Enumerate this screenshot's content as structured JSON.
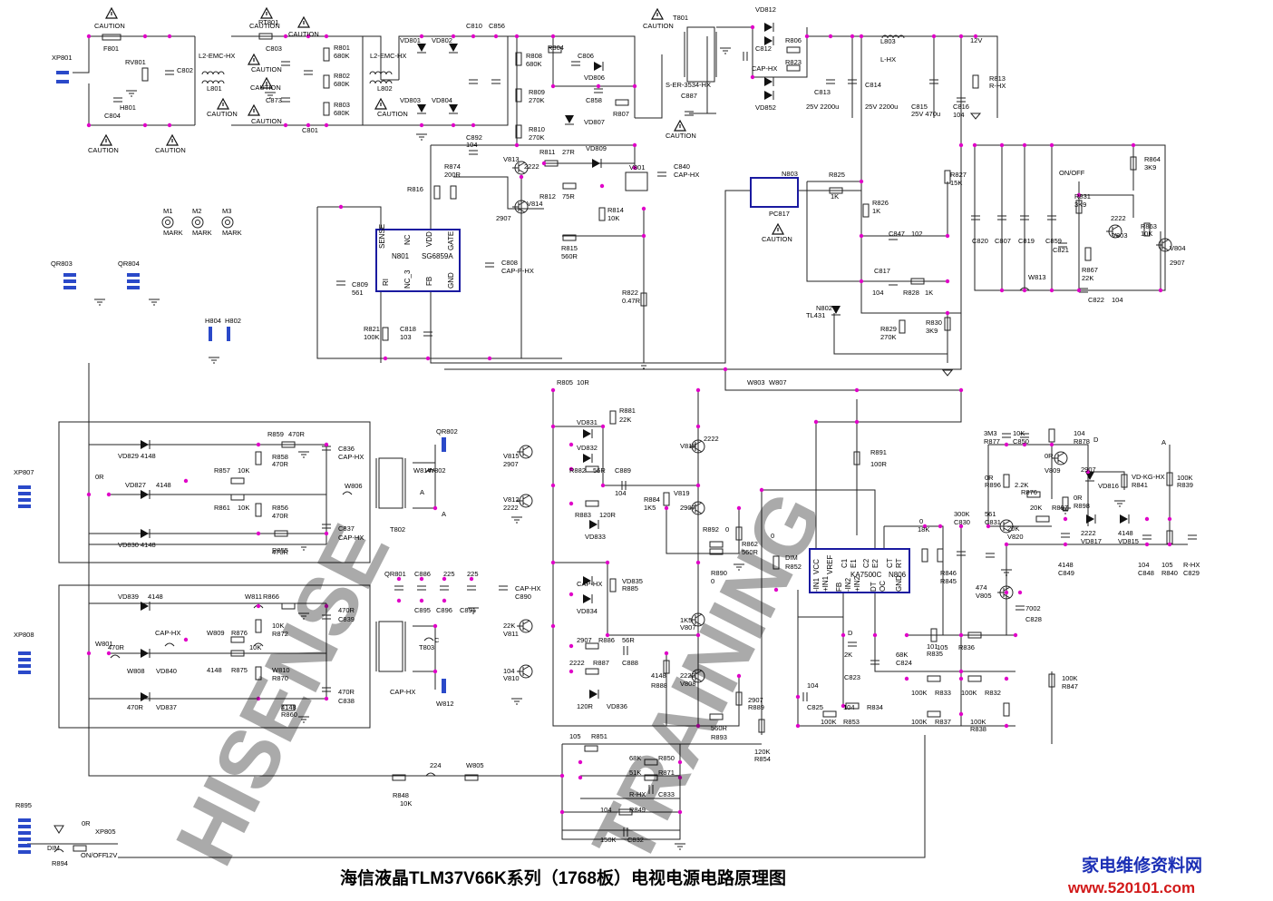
{
  "title": "海信液晶TLM37V66K系列（1768板）电视电源电路原理图",
  "watermark": {
    "line1": "HISENSE",
    "line2": "TRAINING"
  },
  "site": {
    "name": "家电维修资料网",
    "url": "www.520101.com"
  },
  "colors": {
    "wire": "#222222",
    "block": "#1a1aa0",
    "node": "#e000c8",
    "site_name": "#1b2fb5",
    "site_url": "#d21919"
  },
  "ics": [
    {
      "ref": "N801",
      "part": "SG6859A",
      "pins": [
        "SENSE",
        "NC",
        "VDD",
        "GATE",
        "RI",
        "NC_3",
        "FB",
        "GND"
      ]
    },
    {
      "ref": "N803",
      "part": "PC817"
    },
    {
      "ref": "N806",
      "part": "KA7500C",
      "pins": [
        "VCC",
        "VREF",
        "C1",
        "E1",
        "C2",
        "E2",
        "CT",
        "RT",
        "-IN1",
        "+IN1",
        "FB",
        "-IN2",
        "+IN2",
        "DT",
        "OC",
        "GND"
      ]
    },
    {
      "ref": "N802",
      "part": "TL431"
    }
  ],
  "labels": [
    "XP801",
    "F801",
    "RV801",
    "H801",
    "C804",
    "L2-EMC-HX",
    "L801",
    "C802",
    "RT801",
    "C803",
    "C873",
    "C801",
    "R801",
    "680K",
    "R802",
    "680K",
    "R803",
    "680K",
    "L2-EMC-HX",
    "L802",
    "VD801",
    "VD802",
    "VD803",
    "VD804",
    "C810",
    "C856",
    "R808",
    "680K",
    "R804",
    "C806",
    "VD806",
    "C858",
    "R809",
    "270K",
    "R810",
    "270K",
    "VD807",
    "R807",
    "C892",
    "104",
    "R811",
    "27R",
    "VD809",
    "R874",
    "200R",
    "R816",
    "V813",
    "2222",
    "V814",
    "2907",
    "R812",
    "75R",
    "V801",
    "C840",
    "CAP-HX",
    "R814",
    "10K",
    "R815",
    "560R",
    "R822",
    "0.47R",
    "C808",
    "CAP-P-HX",
    "C809",
    "561",
    "R821",
    "100K",
    "C818",
    "103",
    "T801",
    "S-ER-3534-HX",
    "C887",
    "VD812",
    "VD852",
    "C812",
    "CAP-HX",
    "R806",
    "R823",
    "L803",
    "L-HX",
    "C813",
    "25V 2200u",
    "C814",
    "25V 2200u",
    "C815",
    "25V 470u",
    "C816",
    "104",
    "12V",
    "R813",
    "R-HX",
    "R825",
    "1K",
    "R826",
    "1K",
    "R827",
    "15K",
    "C847",
    "102",
    "C817",
    "104",
    "R828",
    "1K",
    "R829",
    "270K",
    "R830",
    "3K9",
    "C820",
    "C807",
    "C819",
    "C859",
    "ON/OFF",
    "R831",
    "3K9",
    "C821",
    "R867",
    "22K",
    "V803",
    "2222",
    "R863",
    "10K",
    "R864",
    "3K9",
    "V804",
    "2907",
    "W813",
    "C822",
    "104",
    "M1",
    "MARK",
    "M2",
    "MARK",
    "M3",
    "MARK",
    "QR803",
    "QR804",
    "H804",
    "H802",
    "R805",
    "10R",
    "W803",
    "W807",
    "XP807",
    "VD829",
    "4148",
    "R859",
    "470R",
    "R858",
    "470R",
    "C836",
    "CAP-HX",
    "VD827",
    "4148",
    "R857",
    "10K",
    "R861",
    "10K",
    "R856",
    "470R",
    "VD830",
    "4148",
    "R855",
    "470R",
    "C837",
    "CAP-HX",
    "T802",
    "W814",
    "W802",
    "W806",
    "QR802",
    "VD831",
    "VD832",
    "R881",
    "22K",
    "V815",
    "2907",
    "R882",
    "56R",
    "C889",
    "104",
    "V812",
    "2222",
    "R883",
    "120R",
    "VD833",
    "R884",
    "1K5",
    "V818",
    "2222",
    "V819",
    "2907",
    "R892",
    "0",
    "R890",
    "0",
    "R862",
    "560R",
    "R891",
    "100R",
    "XP808",
    "VD839",
    "4148",
    "W811",
    "R866",
    "470R",
    "C839",
    "CAP-HX",
    "W809",
    "R876",
    "10K",
    "R872",
    "470R",
    "W808",
    "VD840",
    "4148",
    "R875",
    "10K",
    "W810",
    "R870",
    "470R",
    "VD837",
    "4148",
    "R860",
    "470R",
    "C838",
    "CAP-HX",
    "T803",
    "W812",
    "QR801",
    "C886",
    "C895",
    "225",
    "C896",
    "225",
    "C891",
    "CAP-HX",
    "C890",
    "CAP-HX",
    "VD834",
    "VD835",
    "R885",
    "22K",
    "V811",
    "2907",
    "R886",
    "56R",
    "C888",
    "104",
    "V810",
    "2222",
    "R887",
    "120R",
    "VD836",
    "4148",
    "R888",
    "1K5",
    "V807",
    "2222",
    "V808",
    "2907",
    "R889",
    "560R",
    "R893",
    "0",
    "DIM",
    "R852",
    "120K",
    "R854",
    "0",
    "18K",
    "R846",
    "R845",
    "300K",
    "C830",
    "561",
    "C831",
    "101",
    "R835",
    "68K",
    "C824",
    "105",
    "R836",
    "2K",
    "C823",
    "104",
    "C825",
    "104",
    "R834",
    "100K",
    "R833",
    "100K",
    "R832",
    "100K",
    "R853",
    "100K",
    "R837",
    "100K",
    "R838",
    "100K",
    "R847",
    "3M3",
    "R877",
    "10K",
    "C850",
    "104",
    "R878",
    "0R",
    "V809",
    "2907",
    "VD816",
    "VD-KG-HX",
    "R841",
    "100K",
    "R839",
    "0R",
    "R896",
    "2.2K",
    "R876",
    "20K",
    "R897",
    "0R",
    "R898",
    "20K",
    "V820",
    "2222",
    "VD817",
    "4148",
    "VD815",
    "4148",
    "C849",
    "104",
    "C848",
    "105",
    "R840",
    "R-HX",
    "C829",
    "474",
    "V805",
    "7002",
    "C828",
    "105",
    "R851",
    "68K",
    "R850",
    "51K",
    "R871",
    "R-HX",
    "C833",
    "104",
    "R849",
    "150K",
    "C832",
    "224",
    "W805",
    "R848",
    "10K",
    "R895",
    "0R",
    "XP805",
    "DIM",
    "ON/OFF",
    "12V",
    "R894",
    "0R",
    "W801",
    "A",
    "A",
    "A",
    "C",
    "D",
    "D",
    "16",
    "16"
  ],
  "caution_text": "CAUTION"
}
